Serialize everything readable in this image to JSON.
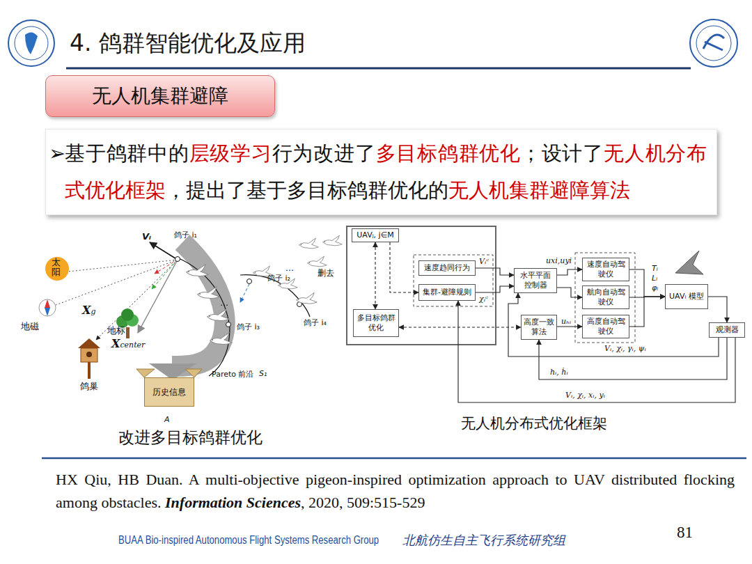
{
  "diagram": {
    "title": "4. 鸽群智能优化及应用",
    "nodes": [
      {
        "text": [
          "无人机集群避障"
        ]
      },
      {
        "text": [
          "➢",
          "基于鸽群中的",
          "层级学习",
          "行为改进了",
          "多目标鸽群优化",
          "；设计了",
          "无人机分布式优化框架",
          "，提出了基于多目标鸽群优化的",
          "无人机集群避障算法"
        ]
      },
      {
        "text": [
          "历史信息"
        ]
      },
      {
        "text": [
          "UAVⱼ, j∈M"
        ]
      },
      {
        "text": [
          "速度趋同行为"
        ]
      },
      {
        "text": [
          "集群-避障规则"
        ]
      },
      {
        "text": [
          "多目标鸽群优化"
        ]
      },
      {
        "text": [
          "水平平面控制器"
        ]
      },
      {
        "text": [
          "高度一致算法"
        ]
      },
      {
        "text": [
          "速度自动驾驶仪"
        ]
      },
      {
        "text": [
          "航向自动驾驶仪"
        ]
      },
      {
        "text": [
          "高度自动驾驶仪"
        ]
      },
      {
        "text": [
          "UAVᵢ 模型"
        ]
      },
      {
        "text": [
          "观测器"
        ]
      }
    ],
    "edges": [
      {
        "from": 3,
        "to": 6,
        "arrow": "both"
      },
      {
        "from": 3,
        "to": 5,
        "arrow": "to"
      },
      {
        "from": 6,
        "to": 8,
        "arrow": "both"
      },
      {
        "from": 4,
        "to": 7,
        "label": "Vᵢᶜ",
        "arrow": "to"
      },
      {
        "from": 5,
        "to": 7,
        "label": "χᵢᶜ",
        "arrow": "to"
      },
      {
        "from": 7,
        "to": 9,
        "label": "uxi,uyi",
        "arrow": "to"
      },
      {
        "from": 7,
        "to": 10,
        "arrow": "to"
      },
      {
        "from": 8,
        "to": 11,
        "label": "uₕᵢ",
        "arrow": "to"
      },
      {
        "from": 9,
        "to": 12,
        "arrow": "to"
      },
      {
        "from": 10,
        "to": 12,
        "arrow": "to"
      },
      {
        "from": 11,
        "to": 12,
        "arrow": "to"
      },
      {
        "from": 12,
        "to": 13,
        "arrow": "to"
      },
      {
        "from": 13,
        "to": 7,
        "label": "Vᵢ, χᵢ, γᵢ, ψᵢ",
        "arrow": "to"
      },
      {
        "from": 13,
        "to": 8,
        "label": "hᵢ, ḣᵢ",
        "arrow": "to"
      },
      {
        "from": 13,
        "to": 5,
        "label": "Vᵢ, χᵢ, xᵢ, yᵢ",
        "arrow": "to"
      }
    ],
    "labels": [
      "太阳",
      "地磁",
      "Xg",
      "地标",
      "Xcenter",
      "鸽巢",
      "A",
      "Vᵢ",
      "鸽子 i₁",
      "…",
      "鸽子 i₂",
      "…",
      "删去",
      "鸽子 i₃",
      "鸽子 i₄",
      "Pareto 前沿",
      "S₁",
      "改进多目标鸽群优化",
      "Tᵢ",
      "Lᵢ",
      "φᵢ",
      "无人机分布式优化框架",
      "HX Qiu, HB Duan. A multi-objective pigeon-inspired optimization approach to UAV distributed flocking among obstacles. ",
      "Information Sciences",
      ", 2020, 509:515-529",
      "BUAA Bio-inspired Autonomous Flight Systems Research Group",
      "北航仿生自主飞行系统研究组",
      "81"
    ]
  }
}
